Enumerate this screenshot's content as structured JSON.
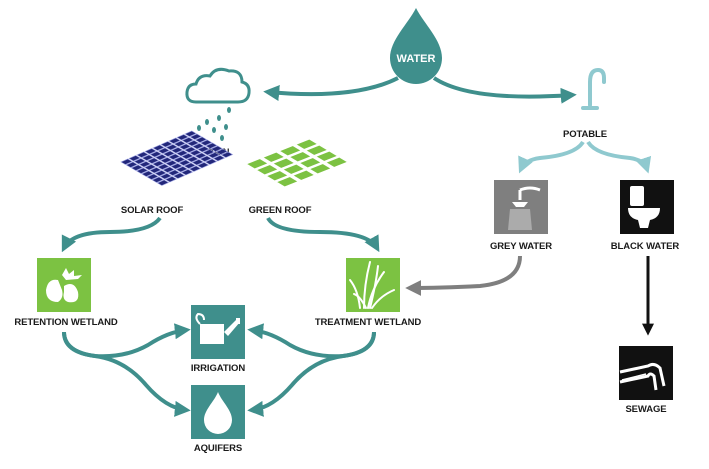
{
  "diagram": {
    "water": "WATER",
    "rain": "RAIN",
    "potable": "POTABLE",
    "solar_roof": "SOLAR ROOF",
    "green_roof": "GREEN ROOF",
    "grey_water": "GREY WATER",
    "black_water": "BLACK WATER",
    "retention_wetland": "RETENTION WETLAND",
    "treatment_wetland": "TREATMENT WETLAND",
    "irrigation": "IRRIGATION",
    "aquifers": "AQUIFERS",
    "sewage": "SEWAGE"
  },
  "colors": {
    "teal": "#3f8f8c",
    "light_teal": "#8fc9cf",
    "green": "#7cc242",
    "navy": "#22277a",
    "grey": "#7f7f7f",
    "black": "#111111"
  },
  "icons": {
    "water": "water-drop-icon",
    "rain": "rain-cloud-icon",
    "potable": "faucet-icon",
    "solar_roof": "solar-panel-icon",
    "green_roof": "green-roof-icon",
    "grey_water": "shower-icon",
    "black_water": "toilet-icon",
    "retention_wetland": "lily-pad-icon",
    "treatment_wetland": "reeds-icon",
    "irrigation": "watering-can-icon",
    "aquifers": "water-drop-icon",
    "sewage": "sewer-pipe-icon"
  }
}
